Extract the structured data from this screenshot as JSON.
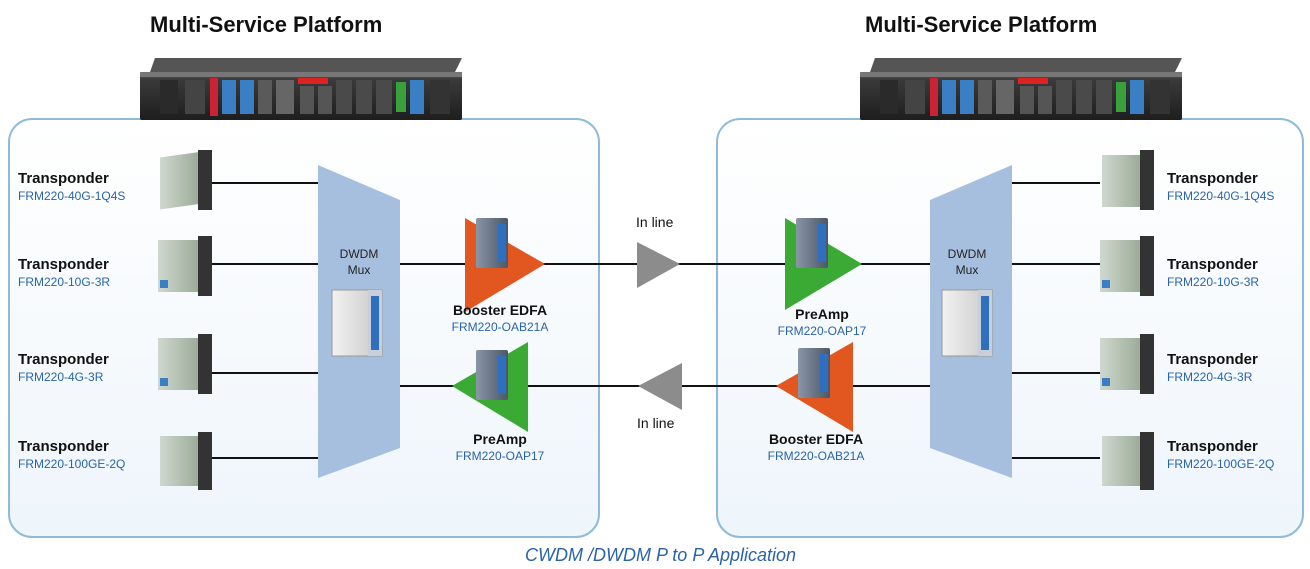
{
  "left_site": {
    "title": "Multi-Service Platform",
    "mux_label_line1": "DWDM",
    "mux_label_line2": "Mux",
    "transponders": [
      {
        "title": "Transponder",
        "model": "FRM220-40G-1Q4S"
      },
      {
        "title": "Transponder",
        "model": "FRM220-10G-3R"
      },
      {
        "title": "Transponder",
        "model": "FRM220-4G-3R"
      },
      {
        "title": "Transponder",
        "model": "FRM220-100GE-2Q"
      }
    ],
    "booster": {
      "title": "Booster EDFA",
      "model": "FRM220-OAB21A",
      "color": "#e2561f"
    },
    "preamp": {
      "title": "PreAmp",
      "model": "FRM220-OAP17",
      "color": "#3aaa35"
    }
  },
  "right_site": {
    "title": "Multi-Service Platform",
    "mux_label_line1": "DWDM",
    "mux_label_line2": "Mux",
    "transponders": [
      {
        "title": "Transponder",
        "model": "FRM220-40G-1Q4S"
      },
      {
        "title": "Transponder",
        "model": "FRM220-10G-3R"
      },
      {
        "title": "Transponder",
        "model": "FRM220-4G-3R"
      },
      {
        "title": "Transponder",
        "model": "FRM220-100GE-2Q"
      }
    ],
    "preamp": {
      "title": "PreAmp",
      "model": "FRM220-OAP17",
      "color": "#3aaa35"
    },
    "booster": {
      "title": "Booster EDFA",
      "model": "FRM220-OAB21A",
      "color": "#e2561f"
    }
  },
  "inline_top": "In line",
  "inline_bottom": "In line",
  "caption": "CWDM /DWDM P to P Application",
  "colors": {
    "box_border": "#8fbbd8",
    "mux_fill": "#9db8dc",
    "model_text": "#2a63a8",
    "inline_amp": "#8c8c8c"
  }
}
